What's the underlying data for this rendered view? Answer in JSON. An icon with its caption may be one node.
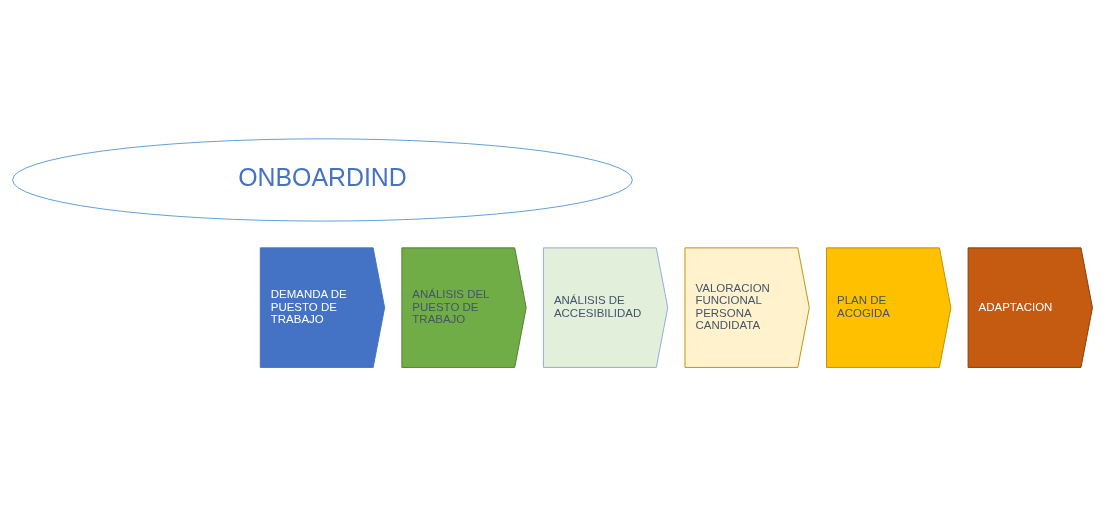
{
  "diagram": {
    "nodes": [
      {
        "text": [
          "ONBOARDIND"
        ]
      },
      {
        "text": [
          "DEMANDA DE PUESTO DE TRABAJO"
        ]
      },
      {
        "text": [
          "ANÁLISIS DEL PUESTO DE TRABAJO"
        ]
      },
      {
        "text": [
          "ANÁLISIS DE ACCESIBILIDAD"
        ]
      },
      {
        "text": [
          "VALORACION FUNCIONAL PERSONA CANDIDATA"
        ]
      },
      {
        "text": [
          "PLAN DE ACOGIDA"
        ]
      },
      {
        "text": [
          "ADAPTACION"
        ]
      }
    ]
  }
}
